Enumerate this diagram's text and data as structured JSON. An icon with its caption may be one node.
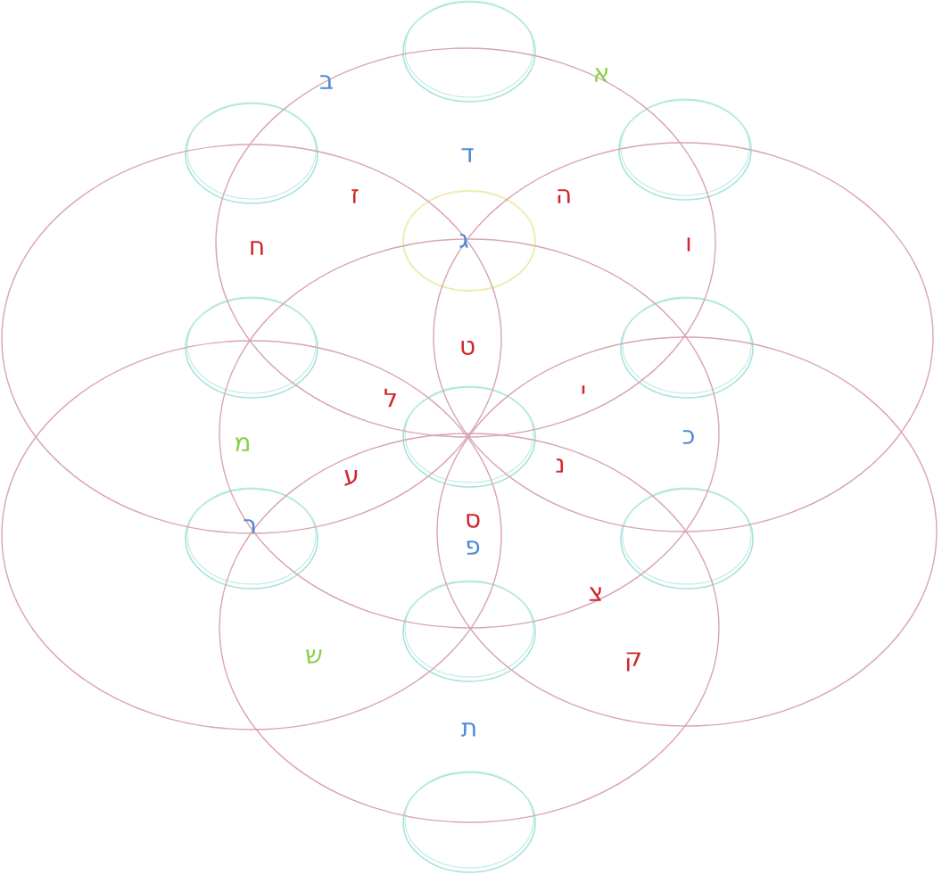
{
  "diagram": {
    "labels": [
      "א",
      "ב",
      "ד",
      "ז",
      "ה",
      "ג",
      "ח",
      "ו",
      "ט",
      "ל",
      "י",
      "מ",
      "כ",
      "ע",
      "נ",
      "ר",
      "ס",
      "פ",
      "צ",
      "ש",
      "ק",
      "ת"
    ]
  }
}
